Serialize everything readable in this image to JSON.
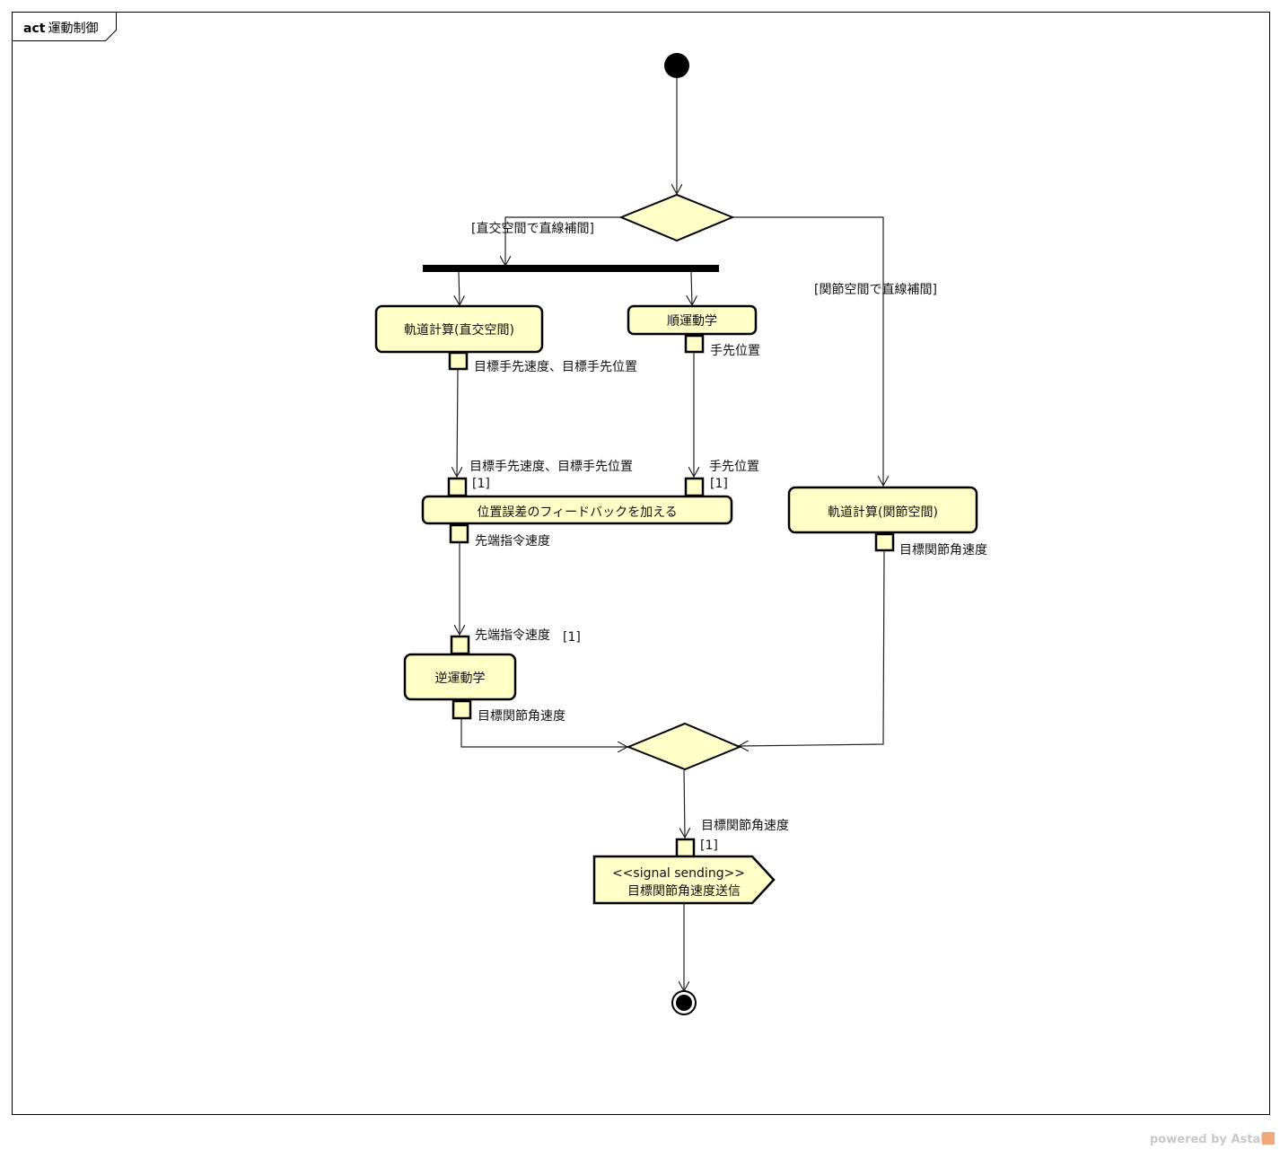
{
  "frame": {
    "keyword": "act",
    "title": "運動制御"
  },
  "guards": {
    "cartesian": "[直交空間で直線補間]",
    "joint": "[関節空間で直線補間]"
  },
  "actions": {
    "traj_cartesian": "軌道計算(直交空間)",
    "forward_kinematics": "順運動学",
    "feedback": "位置誤差のフィードバックを加える",
    "inverse_kinematics": "逆運動学",
    "traj_joint": "軌道計算(関節空間)"
  },
  "signal": {
    "stereotype": "<<signal sending>>",
    "name": "目標関節角速度送信"
  },
  "pins": {
    "traj_cartesian_out": "目標手先速度、目標手先位置",
    "fk_out": "手先位置",
    "feedback_in_target": "目標手先速度、目標手先位置",
    "feedback_in_target_mult": "[1]",
    "feedback_in_pos": "手先位置",
    "feedback_in_pos_mult": "[1]",
    "feedback_out": "先端指令速度",
    "ik_in": "先端指令速度",
    "ik_in_mult": "[1]",
    "ik_out": "目標関節角速度",
    "traj_joint_out": "目標関節角速度",
    "signal_in": "目標関節角速度",
    "signal_in_mult": "[1]"
  },
  "footer": {
    "prefix": "powered by ",
    "brand": "Astah"
  }
}
